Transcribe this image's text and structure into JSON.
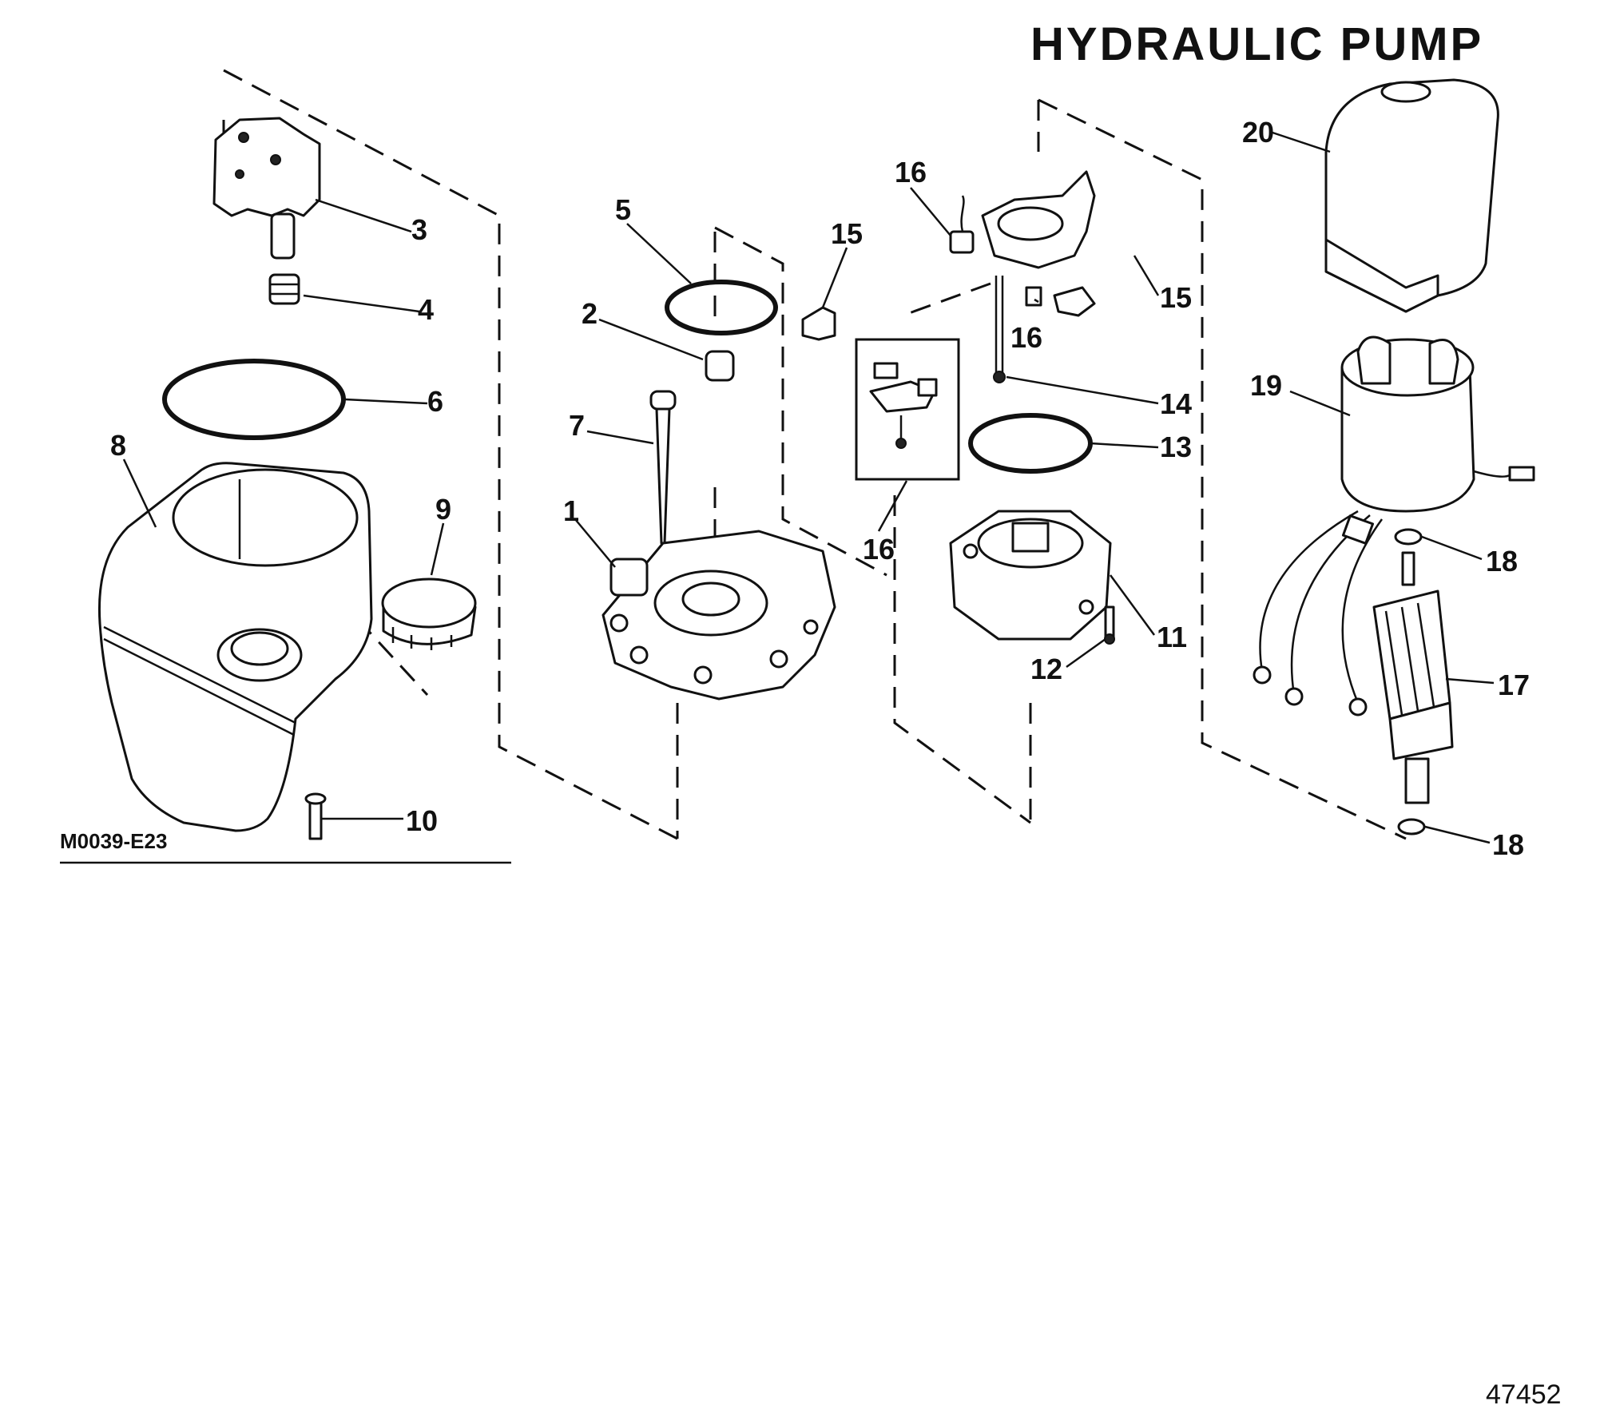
{
  "title": "HYDRAULIC PUMP",
  "figure_code": "M0039-E23",
  "document_number": "47452",
  "callouts": [
    {
      "id": "1",
      "label": "1"
    },
    {
      "id": "2",
      "label": "2"
    },
    {
      "id": "3",
      "label": "3"
    },
    {
      "id": "4",
      "label": "4"
    },
    {
      "id": "5",
      "label": "5"
    },
    {
      "id": "6",
      "label": "6"
    },
    {
      "id": "7",
      "label": "7"
    },
    {
      "id": "8",
      "label": "8"
    },
    {
      "id": "9",
      "label": "9"
    },
    {
      "id": "10",
      "label": "10"
    },
    {
      "id": "11",
      "label": "11"
    },
    {
      "id": "12",
      "label": "12"
    },
    {
      "id": "13",
      "label": "13"
    },
    {
      "id": "14",
      "label": "14"
    },
    {
      "id": "15a",
      "label": "15"
    },
    {
      "id": "15b",
      "label": "15"
    },
    {
      "id": "16a",
      "label": "16"
    },
    {
      "id": "16b",
      "label": "16"
    },
    {
      "id": "16c",
      "label": "16"
    },
    {
      "id": "17",
      "label": "17"
    },
    {
      "id": "18a",
      "label": "18"
    },
    {
      "id": "18b",
      "label": "18"
    },
    {
      "id": "19",
      "label": "19"
    },
    {
      "id": "20",
      "label": "20"
    }
  ]
}
